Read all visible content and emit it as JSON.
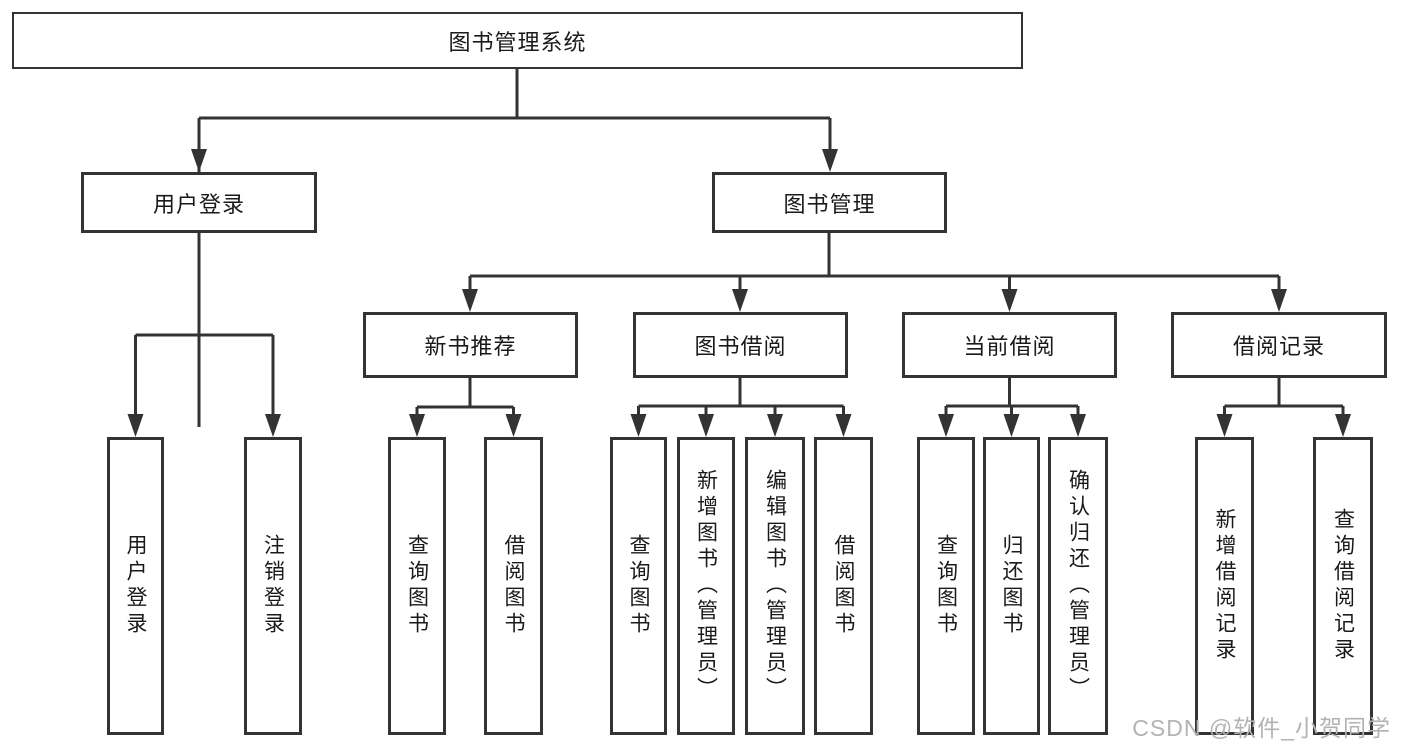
{
  "colors": {
    "line": "#333333",
    "text": "#1a1a1a",
    "background": "#ffffff",
    "watermark": "#b3b3b3"
  },
  "watermark": "CSDN @软件_小贺同学",
  "tree": {
    "root": "图书管理系统",
    "l2": [
      "用户登录",
      "图书管理"
    ],
    "l3": [
      "新书推荐",
      "图书借阅",
      "当前借阅",
      "借阅记录"
    ],
    "leaves_user": [
      "用户登录",
      "注销登录"
    ],
    "leaves_newbook": [
      "查询图书",
      "借阅图书"
    ],
    "leaves_borrow": [
      "查询图书",
      "新增图书（管理员）",
      "编辑图书（管理员）",
      "借阅图书"
    ],
    "leaves_current": [
      "查询图书",
      "归还图书",
      "确认归还（管理员）"
    ],
    "leaves_records": [
      "新增借阅记录",
      "查询借阅记录"
    ]
  }
}
